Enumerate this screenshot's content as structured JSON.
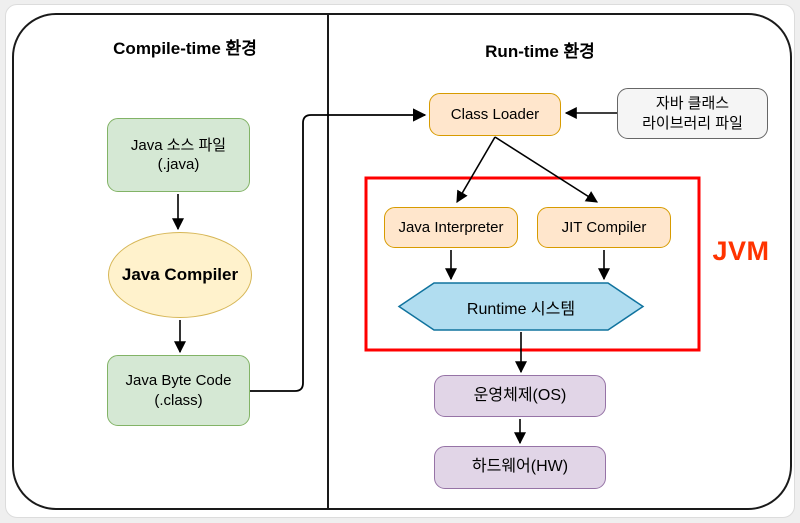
{
  "panels": {
    "compile": {
      "title": "Compile-time 환경"
    },
    "runtime": {
      "title": "Run-time 환경"
    }
  },
  "nodes": {
    "java_source": {
      "label": "Java 소스 파일\n(.java)"
    },
    "java_compiler": {
      "label": "Java Compiler"
    },
    "java_byte_code": {
      "label": "Java Byte Code\n(.class)"
    },
    "class_loader": {
      "label": "Class Loader"
    },
    "class_library": {
      "label": "자바 클래스\n라이브러리 파일"
    },
    "java_interpreter": {
      "label": "Java Interpreter"
    },
    "jit_compiler": {
      "label": "JIT Compiler"
    },
    "runtime_system": {
      "label": "Runtime 시스템"
    },
    "os": {
      "label": "운영체제(OS)"
    },
    "hw": {
      "label": "하드웨어(HW)"
    }
  },
  "labels": {
    "jvm": "JVM"
  },
  "colors": {
    "canvas_border": "#1a1a1a",
    "green_fill": "#d5e8d4",
    "green_stroke": "#82b366",
    "yellow_fill": "#fff2cc",
    "yellow_stroke": "#d6b656",
    "orange_fill": "#ffe6cc",
    "orange_stroke": "#d79b00",
    "gray_fill": "#f5f5f5",
    "gray_stroke": "#666666",
    "blue_fill": "#b1ddf0",
    "blue_stroke": "#10739e",
    "purple_fill": "#e1d5e7",
    "purple_stroke": "#9673a6",
    "jvm_box_stroke": "#ff0000",
    "jvm_label_color": "#ff3300",
    "arrow": "#000000"
  }
}
